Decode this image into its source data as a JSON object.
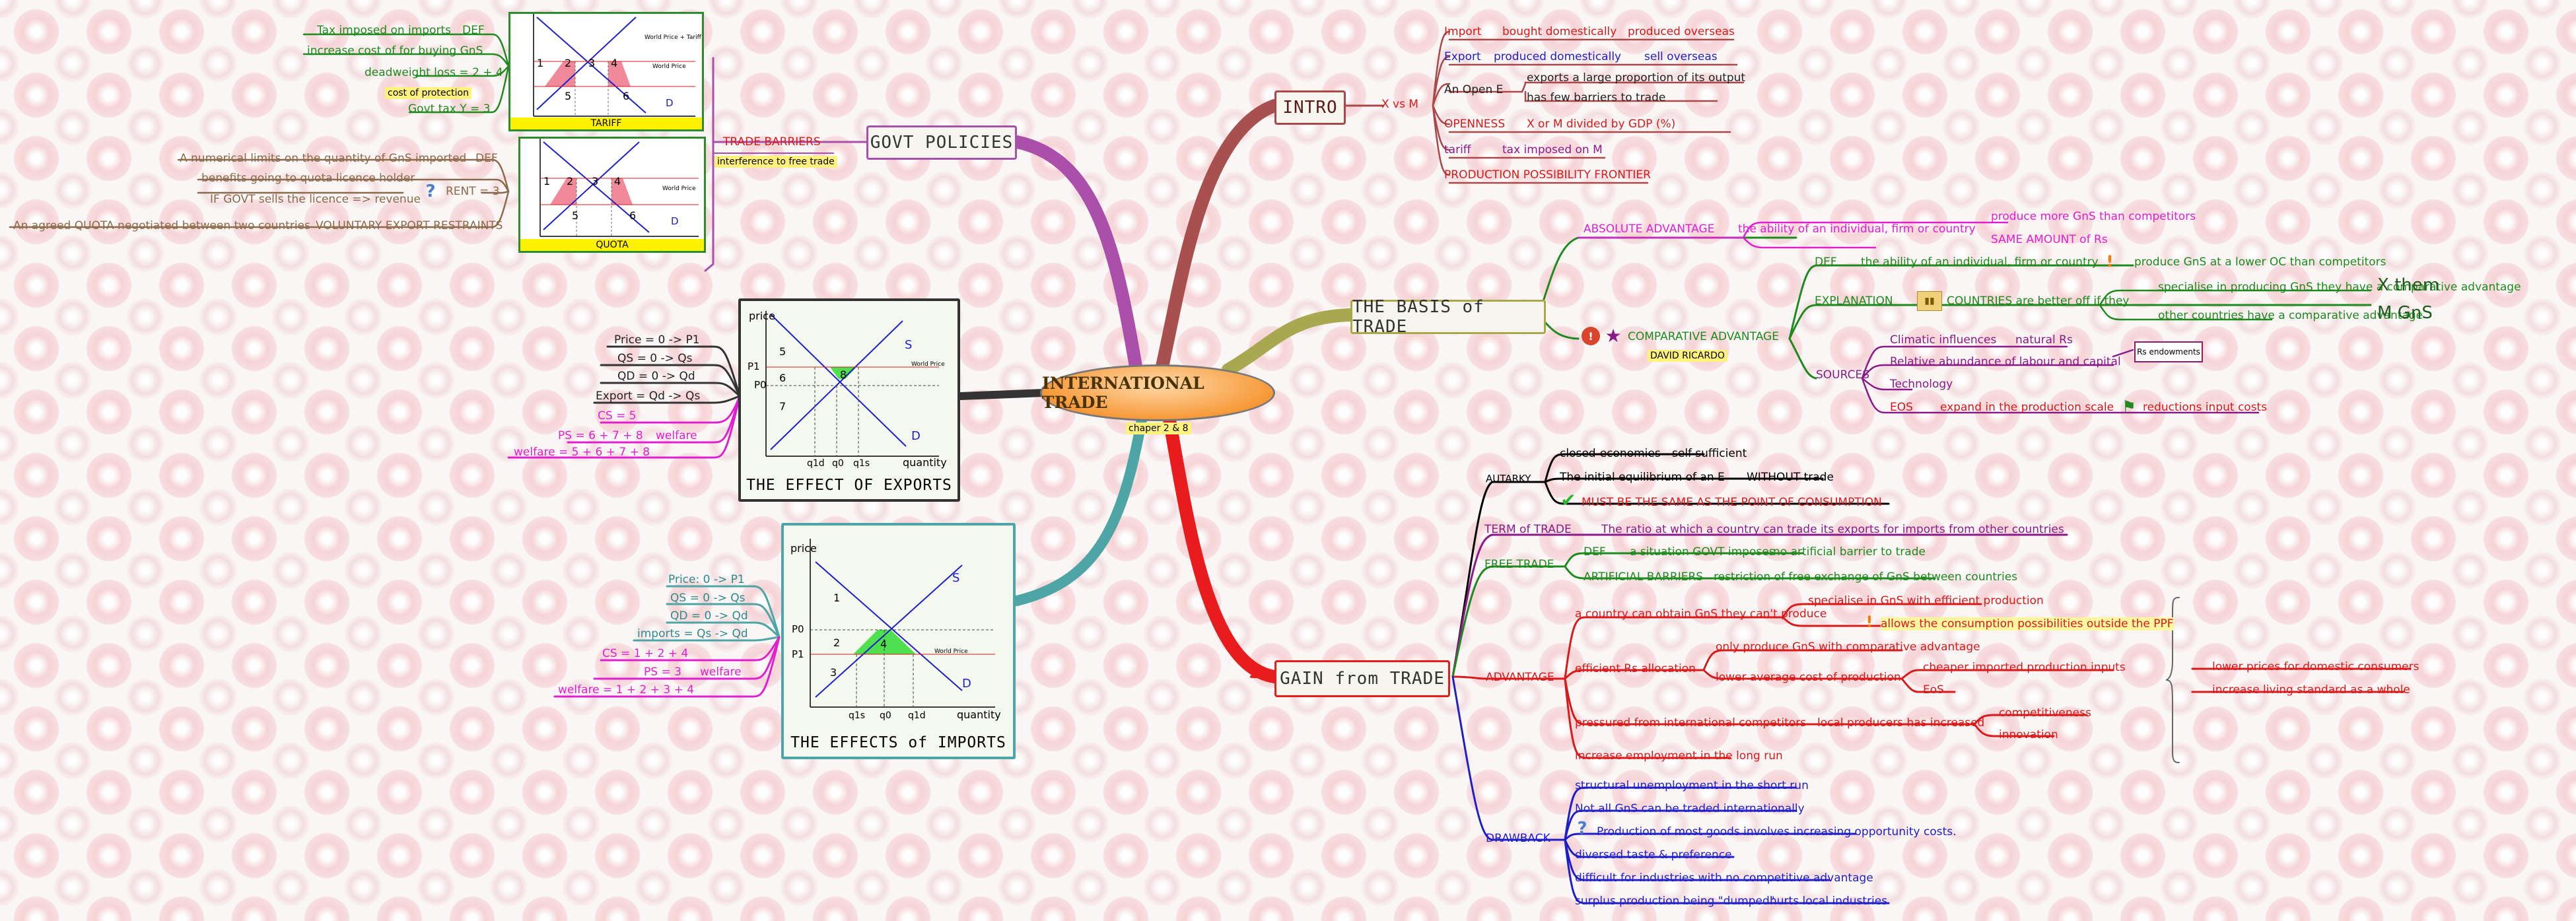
{
  "center": {
    "title": "INTERNATIONAL TRADE",
    "subtitle": "chaper 2 & 8"
  },
  "branches": {
    "intro": {
      "label": "INTRO",
      "sub": "X vs M",
      "import": {
        "a": "Import",
        "b": "bought domestically",
        "c": "produced overseas"
      },
      "export": {
        "a": "Export",
        "b": "produced domestically",
        "c": "sell overseas"
      },
      "opene": {
        "a": "An Open E",
        "b1": "exports a large proportion of its output",
        "b2": "has few barriers to trade"
      },
      "openness": {
        "a": "OPENNESS",
        "b": "X or M divided by GDP (%)"
      },
      "tariff": {
        "a": "tariff",
        "b": "tax imposed on M"
      },
      "ppf": "PRODUCTION POSSIBILITY FRONTIER"
    },
    "basis": {
      "label": "THE BASIS of TRADE",
      "abs": {
        "a": "ABSOLUTE ADVANTAGE",
        "b": "the ability of an individual, firm or country",
        "c1": "produce more GnS than competitors",
        "c2": "SAME AMOUNT of Rs"
      },
      "comp": {
        "label": "COMPARATIVE ADVANTAGE",
        "tag": "DAVID RICARDO",
        "def_a": "DEF",
        "def_b": "the ability of an individual, firm or country",
        "def_c": "produce GnS at a lower OC than competitors",
        "expl_a": "EXPLANATION",
        "expl_b": "COUNTRIES are better off if they",
        "expl_c1": "specialise in producing GnS they have a comparative advantage",
        "expl_c2": "other countries have a comparative advantage",
        "x_them": "X them",
        "m_gns": "M GnS",
        "src_a": "SOURCES",
        "src_1a": "Climatic influences",
        "src_1b": "natural Rs",
        "src_2": "Relative abundance of labour and capital",
        "src_3": "Technology",
        "src_4a": "EOS",
        "src_4b": "expand in the production scale",
        "src_4c": "reductions input costs",
        "rs": "Rs endowments"
      }
    },
    "gain": {
      "label": "GAIN from TRADE",
      "autarky": {
        "a": "AUTARKY",
        "b1a": "closed-economies",
        "b1b": "self-sufficient",
        "b2a": "The initial equilibrium of an E",
        "b2b": "WITHOUT trade",
        "b3": "MUST BE THE SAME AS THE POINT OF CONSUMPTION"
      },
      "tot": {
        "a": "TERM of TRADE",
        "b": "The ratio at which a country can trade its exports for imports from other countries"
      },
      "free": {
        "a": "FREE TRADE",
        "b1a": "DEF",
        "b1b": "a situation GOVT imposes",
        "b1c": "no artificial barrier to trade",
        "b2a": "ARTIFICIAL BARRIERS",
        "b2b": "restriction of free exchange of GnS between countries"
      },
      "adv": {
        "a": "ADVANTAGE",
        "b1": "a country can obtain GnS they can't produce",
        "b1c1": "specialise in GnS with efficient production",
        "b1c2": "allows the consumption possibilities outside the PPF",
        "b2": "efficient Rs allocation",
        "b2c1": "only produce GnS with comparative advantage",
        "b2c2": "lower average cost of production",
        "b2d1": "cheaper imported production inputs",
        "b2d2": "EoS",
        "b3": "pressured from international competitors",
        "b3b": "local producers has increased",
        "b3c1": "competitiveness",
        "b3c2": "innovation",
        "b4": "increase employment in the long run",
        "r1": "lower prices for domestic consumers",
        "r2": "increase living standard as a whole"
      },
      "draw": {
        "a": "DRAWBACK",
        "i1": "structural unemployment in the short run",
        "i2": "Not all GnS can be traded internationally",
        "i3": "Production of most goods involves increasing opportunity costs.",
        "i4": "diversed taste & preference",
        "i5": "difficult for industries with no competitive advantage",
        "i6a": "surplus production being \"dumped\"",
        "i6b": "hurts local industries"
      }
    },
    "govt": {
      "label": "GOVT POLICIES",
      "barriers": "TRADE BARRIERS",
      "interf": "interference to free trade",
      "tariff": {
        "def": "Tax imposed on imports",
        "defk": "DEF",
        "l2": "increase cost of for buying GnS",
        "l3": "deadweight loss = 2 + 4",
        "l4": "cost of protection",
        "l5": "Govt tax Y = 3",
        "cap": "TARIFF",
        "wpt": "World Price + Tariff",
        "wp": "World Price",
        "d": "D"
      },
      "quota": {
        "def": "A numerical limits on the quantity of GnS imported",
        "defk": "DEF",
        "l2": "benefits going to quota licence holder",
        "l3": "IF GOVT sells the licence => revenue",
        "rent": "RENT = 3",
        "l5": "An agreed QUOTA negotiated between two countries",
        "l5b": "VOLUNTARY EXPORT RESTRAINTS",
        "cap": "QUOTA",
        "wp": "World Price",
        "d": "D"
      },
      "nums": [
        "1",
        "2",
        "3",
        "4",
        "5",
        "6"
      ]
    },
    "exports": {
      "title": "THE EFFECT OF EXPORTS",
      "price": "price",
      "quantity": "quantity",
      "s": "S",
      "d": "D",
      "p1": "P1",
      "p0": "P0",
      "wp": "World Price",
      "n": [
        "5",
        "6",
        "7",
        "8"
      ],
      "q": [
        "q1d",
        "q0",
        "q1s"
      ],
      "l1": "Price = 0 -> P1",
      "l2": "QS = 0 -> Qs",
      "l3": "QD = 0 -> Qd",
      "l4": "Export = Qd -> Qs",
      "l5": "CS = 5",
      "l6": "PS = 6 + 7 + 8",
      "l7": "welfare = 5 + 6 + 7 + 8",
      "welfare": "welfare"
    },
    "imports": {
      "title": "THE EFFECTS of IMPORTS",
      "price": "price",
      "quantity": "quantity",
      "s": "S",
      "d": "D",
      "p0": "P0",
      "p1": "P1",
      "wp": "World Price",
      "n": [
        "1",
        "2",
        "3",
        "4"
      ],
      "q": [
        "q1s",
        "q0",
        "q1d"
      ],
      "l1": "Price: 0 -> P1",
      "l2": "QS = 0 -> Qs",
      "l3": "QD = 0 -> Qd",
      "l4": "imports = Qs -> Qd",
      "l5": "CS = 1 + 2 + 4",
      "l6": "PS = 3",
      "l7": "welfare = 1 + 2 + 3 + 4",
      "welfare": "welfare"
    }
  },
  "colors": {
    "intro": "#a84848",
    "basis": "#a8a848",
    "gain": "#e81c1c",
    "govt": "#a44ca4",
    "exports": "#333333",
    "imports": "#4da5a5",
    "green": "#1e8a1e",
    "purple": "#8a1a8a",
    "magenta": "#e020d0",
    "blue": "#1f1fc8",
    "red": "#d81a1a"
  }
}
